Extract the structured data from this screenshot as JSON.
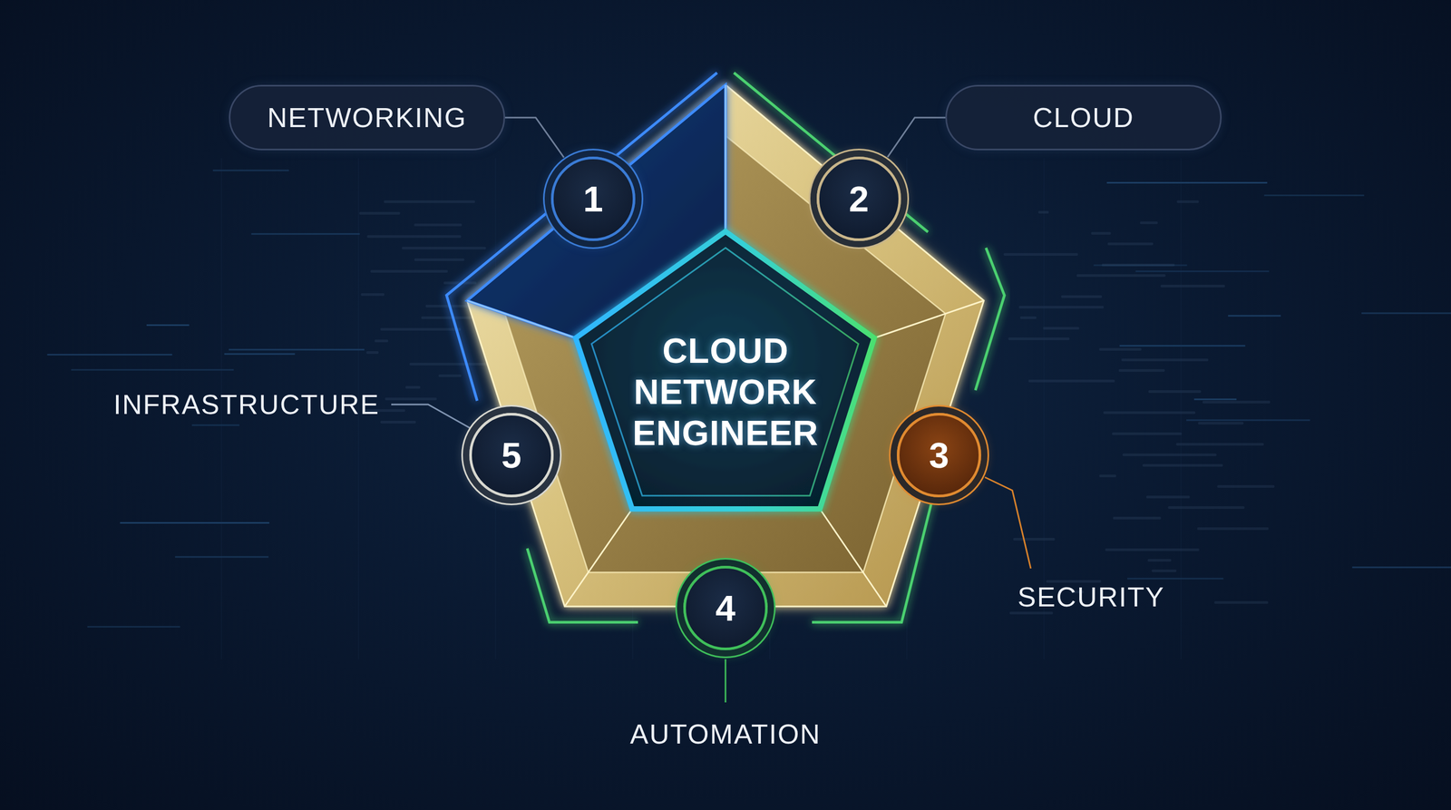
{
  "diagram": {
    "nodes": [
      {
        "text": [
          "NETWORKING"
        ]
      },
      {
        "text": [
          "1"
        ]
      },
      {
        "text": [
          "2"
        ]
      },
      {
        "text": [
          "CLOUD"
        ]
      },
      {
        "text": [
          "CLOUD NETWORK ENGINEER"
        ]
      },
      {
        "text": [
          "5"
        ]
      },
      {
        "text": [
          "3"
        ]
      },
      {
        "text": [
          "4"
        ]
      }
    ],
    "edges": [
      {
        "from": 0,
        "to": 1,
        "arrow": "none"
      },
      {
        "from": 3,
        "to": 2,
        "arrow": "none"
      }
    ],
    "labels": [
      "INFRASTRUCTURE",
      "SECURITY",
      "AUTOMATION"
    ]
  }
}
